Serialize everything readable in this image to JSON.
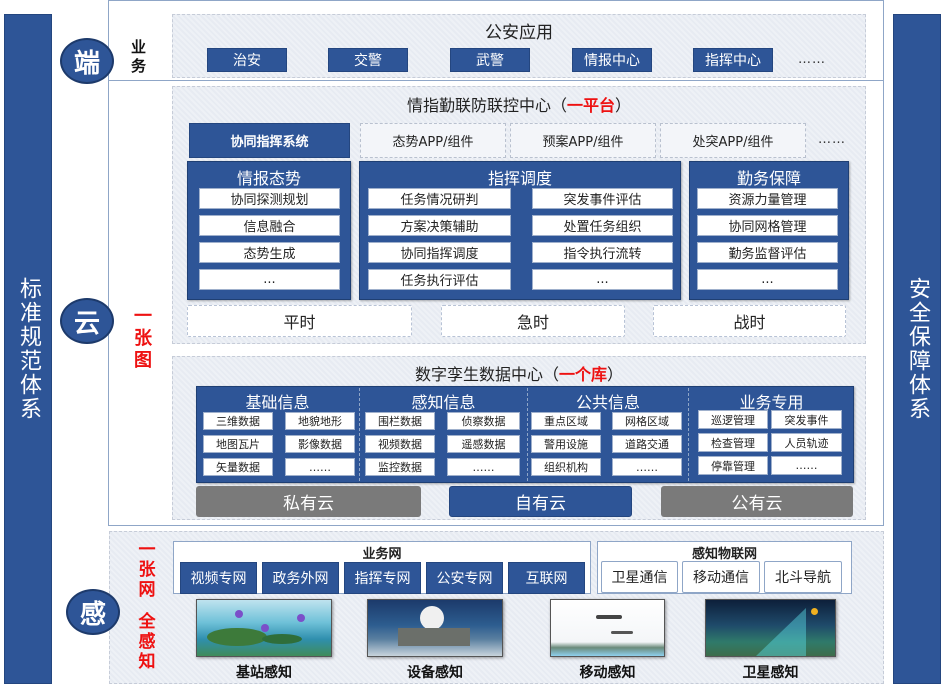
{
  "left_bar": {
    "label": "标准规范体系"
  },
  "right_bar": {
    "label": "安全保障体系"
  },
  "layers": {
    "duan": {
      "circle": "端",
      "tag": "业务"
    },
    "yun": {
      "circle": "云",
      "tag": "一张图"
    },
    "gan": {
      "circle": "感",
      "tag_net": "一张网",
      "tag_sense": "全感知"
    }
  },
  "apps": {
    "title": "公安应用",
    "items": [
      "治安",
      "交警",
      "武警",
      "情报中心",
      "指挥中心"
    ],
    "more": "……"
  },
  "platform": {
    "title_prefix": "情指勤联防联控中心（",
    "title_highlight": "一平台",
    "title_suffix": "）",
    "system": "协同指挥系统",
    "components": [
      "态势APP/组件",
      "预案APP/组件",
      "处突APP/组件"
    ],
    "more": "……",
    "modules": [
      {
        "title": "情报态势",
        "items": [
          "协同探测规划",
          "信息融合",
          "态势生成",
          "..."
        ]
      },
      {
        "title": "指挥调度",
        "left": [
          "任务情况研判",
          "方案决策辅助",
          "协同指挥调度",
          "任务执行评估"
        ],
        "right": [
          "突发事件评估",
          "处置任务组织",
          "指令执行流转",
          "..."
        ]
      },
      {
        "title": "勤务保障",
        "items": [
          "资源力量管理",
          "协同网格管理",
          "勤务监督评估",
          "..."
        ]
      }
    ],
    "modes": [
      "平时",
      "急时",
      "战时"
    ]
  },
  "datacenter": {
    "title_prefix": "数字孪生数据中心（",
    "title_highlight": "一个库",
    "title_suffix": "）",
    "groups": [
      {
        "title": "基础信息",
        "items": [
          "三维数据",
          "地貌地形",
          "地图瓦片",
          "影像数据",
          "矢量数据",
          "……"
        ]
      },
      {
        "title": "感知信息",
        "items": [
          "围栏数据",
          "侦察数据",
          "视频数据",
          "遥感数据",
          "监控数据",
          "……"
        ]
      },
      {
        "title": "公共信息",
        "items": [
          "重点区域",
          "网格区域",
          "警用设施",
          "道路交通",
          "组织机构",
          "……"
        ]
      },
      {
        "title": "业务专用",
        "items": [
          "巡逻管理",
          "突发事件",
          "检查管理",
          "人员轨迹",
          "停靠管理",
          "……"
        ]
      }
    ],
    "clouds": [
      "私有云",
      "自有云",
      "公有云"
    ]
  },
  "network": {
    "business": {
      "title": "业务网",
      "items": [
        "视频专网",
        "政务外网",
        "指挥专网",
        "公安专网",
        "互联网"
      ]
    },
    "iot": {
      "title": "感知物联网",
      "items": [
        "卫星通信",
        "移动通信",
        "北斗导航"
      ]
    }
  },
  "sensing": [
    {
      "caption": "基站感知",
      "image": "island-base-station-image"
    },
    {
      "caption": "设备感知",
      "image": "sea-radar-platform-image"
    },
    {
      "caption": "移动感知",
      "image": "aircraft-mobile-image"
    },
    {
      "caption": "卫星感知",
      "image": "satellite-coverage-image"
    }
  ],
  "colors": {
    "primary_blue": "#2e5597",
    "highlight_red": "#ee1111",
    "cloud_grey": "#7a7a7a"
  }
}
